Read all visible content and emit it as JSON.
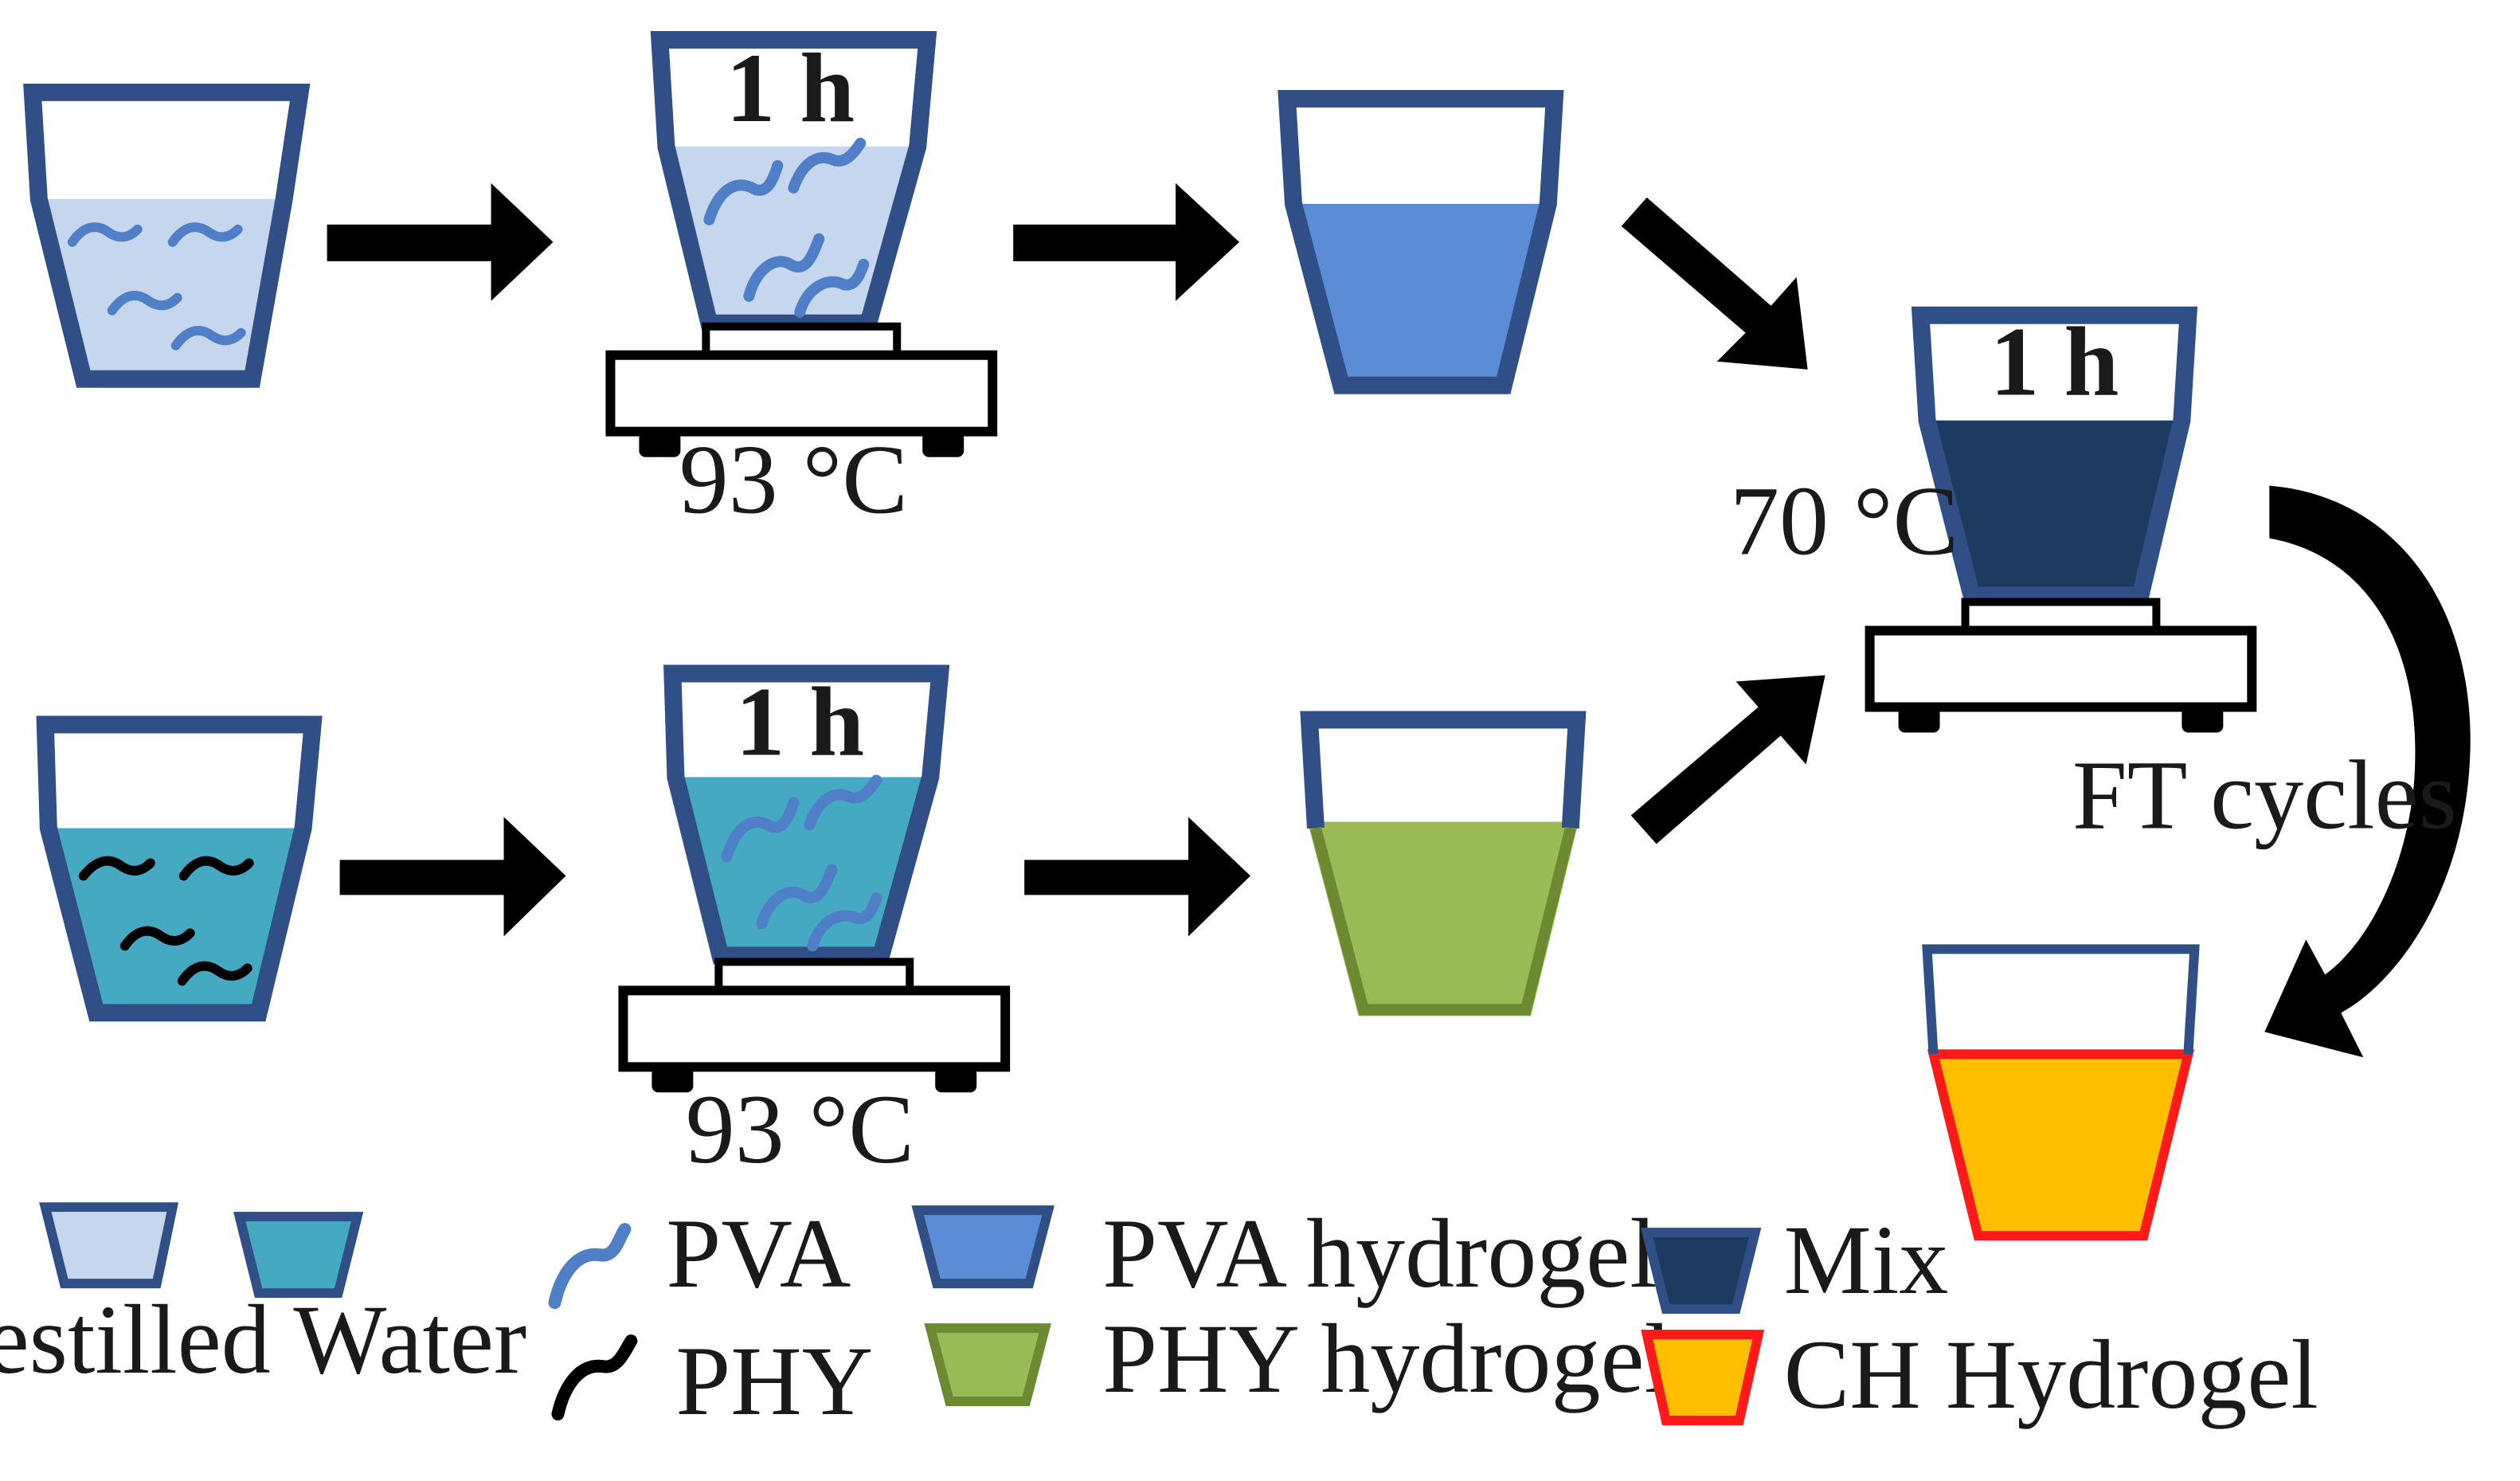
{
  "colors": {
    "distilled_water": "#c5d6ee",
    "water_with_phy": "#45a9c2",
    "pva_hydrogel": "#5a8dd6",
    "phy_hydrogel": "#9bb954",
    "mix": "#1d3a5f",
    "ch_hydrogel_fill": "#ffbf00",
    "ch_hydrogel_border": "#ff1a1a",
    "beaker_outline": "#2f4f86",
    "pva_strand": "#4f7fc6",
    "phy_strand": "#000000",
    "arrow": "#000000"
  },
  "process": {
    "top_row": {
      "stir_time": "1 h",
      "temperature": "93 °C"
    },
    "bottom_row": {
      "stir_time": "1 h",
      "temperature": "93 °C"
    },
    "mixing": {
      "stir_time": "1 h",
      "temperature": "70 °C"
    },
    "cycle_label": "FT cycles"
  },
  "legend": {
    "distilled_water": "Destilled Water",
    "pva": "PVA",
    "phy": "PHY",
    "pva_hydrogel": "PVA hydrogel",
    "phy_hydrogel": "PHY hydrogel",
    "mix": "Mix",
    "ch_hydrogel": "CH Hydrogel"
  }
}
